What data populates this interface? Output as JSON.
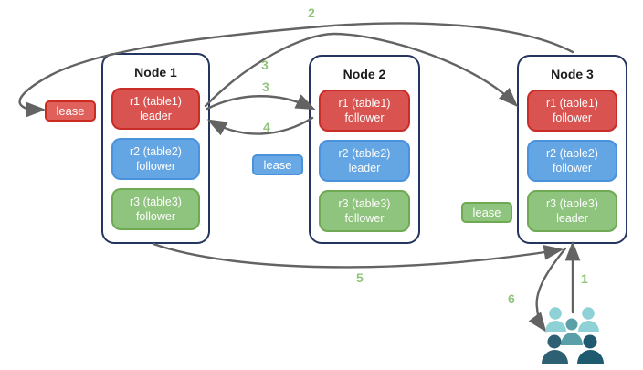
{
  "diagram": {
    "nodes": [
      {
        "title": "Node 1",
        "replicas": [
          {
            "line1": "r1 (table1)",
            "line2": "leader",
            "color": "red"
          },
          {
            "line1": "r2 (table2)",
            "line2": "follower",
            "color": "blue"
          },
          {
            "line1": "r3 (table3)",
            "line2": "follower",
            "color": "green"
          }
        ]
      },
      {
        "title": "Node 2",
        "replicas": [
          {
            "line1": "r1 (table1)",
            "line2": "follower",
            "color": "red"
          },
          {
            "line1": "r2 (table2)",
            "line2": "leader",
            "color": "blue"
          },
          {
            "line1": "r3 (table3)",
            "line2": "follower",
            "color": "green"
          }
        ]
      },
      {
        "title": "Node 3",
        "replicas": [
          {
            "line1": "r1 (table1)",
            "line2": "follower",
            "color": "red"
          },
          {
            "line1": "r2 (table2)",
            "line2": "follower",
            "color": "blue"
          },
          {
            "line1": "r3 (table3)",
            "line2": "leader",
            "color": "green"
          }
        ]
      }
    ],
    "leases": [
      {
        "label": "lease",
        "color": "red"
      },
      {
        "label": "lease",
        "color": "blue"
      },
      {
        "label": "lease",
        "color": "green"
      }
    ],
    "steps": [
      {
        "n": "1"
      },
      {
        "n": "2"
      },
      {
        "n": "3"
      },
      {
        "n": "3"
      },
      {
        "n": "4"
      },
      {
        "n": "5"
      },
      {
        "n": "6"
      }
    ],
    "icons": [
      {
        "name": "user-group-icon"
      }
    ],
    "colors": {
      "replica_red": "#d95450",
      "replica_red_border": "#c92d28",
      "replica_blue": "#64a5e3",
      "replica_blue_border": "#4a92dc",
      "replica_green": "#8ec47d",
      "replica_green_border": "#6fa954",
      "node_border": "#24365f",
      "arrow": "#636363",
      "step_number": "#93c47d",
      "users_back": "#8ed1d6",
      "users_middle": "#5b9fa9",
      "users_front_left": "#2e6073",
      "users_front_right": "#1f5a70"
    }
  }
}
